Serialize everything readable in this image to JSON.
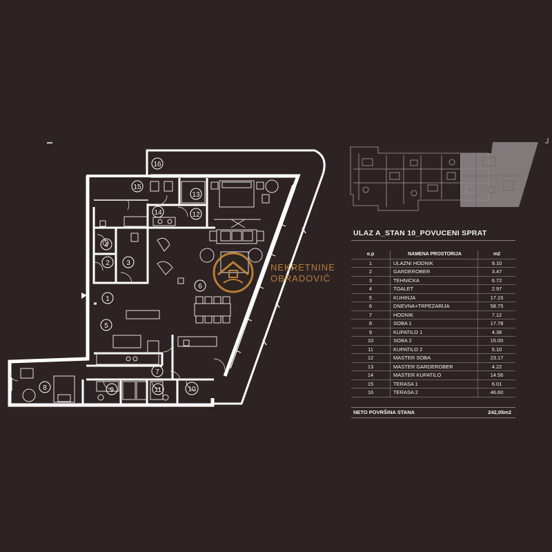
{
  "watermark": {
    "line1": "NEKRETNINE",
    "line2": "OBRADOVIĆ",
    "accent": "#c98a3a"
  },
  "room_numbers": [
    "1",
    "2",
    "3",
    "4",
    "5",
    "6",
    "7",
    "8",
    "9",
    "10",
    "11",
    "12",
    "13",
    "14",
    "15",
    "16"
  ],
  "table": {
    "title": "ULAZ A_STAN 10_POVUCENI SPRAT",
    "headers": {
      "num": "o.p",
      "name": "NAMENA PROSTORIJA",
      "area": "m2"
    },
    "rows": [
      {
        "num": "1",
        "name": "ULAZNI HODNIK",
        "area": "9.10"
      },
      {
        "num": "2",
        "name": "GARDEROBER",
        "area": "3.47"
      },
      {
        "num": "3",
        "name": "TEHNICKA",
        "area": "6.72"
      },
      {
        "num": "4",
        "name": "TOALET",
        "area": "2.97"
      },
      {
        "num": "5",
        "name": "KUHINJA",
        "area": "17.15"
      },
      {
        "num": "6",
        "name": "DNEVNA+TRPEZARIJA",
        "area": "58.75"
      },
      {
        "num": "7",
        "name": "HODNIK",
        "area": "7.12"
      },
      {
        "num": "8",
        "name": "SOBA 1",
        "area": "17.78"
      },
      {
        "num": "9",
        "name": "KUPATILO 1",
        "area": "4.36"
      },
      {
        "num": "10",
        "name": "SOBA 2",
        "area": "15.00"
      },
      {
        "num": "11",
        "name": "KUPATILO 2",
        "area": "5.10"
      },
      {
        "num": "12",
        "name": "MASTER SOBA",
        "area": "23.17"
      },
      {
        "num": "13",
        "name": "MASTER GARDEROBER",
        "area": "4.22"
      },
      {
        "num": "14",
        "name": "MASTER KUPATILO",
        "area": "14.56"
      },
      {
        "num": "15",
        "name": "TERASA 1",
        "area": "6.01"
      },
      {
        "num": "16",
        "name": "TERASA 2",
        "area": "46.60"
      }
    ],
    "total_label": "NETO POVRŠINA STANA",
    "total_value": "242,05m2"
  },
  "colors": {
    "background": "#2d2323",
    "walls": "#ffffff",
    "lines": "#d8d2d2",
    "keyplan_highlight": "#8f8a8a"
  }
}
